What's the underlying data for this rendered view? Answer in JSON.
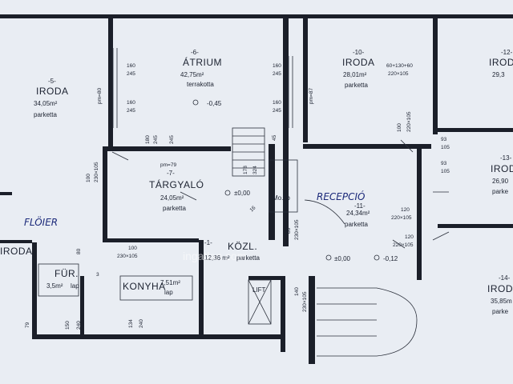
{
  "rooms": {
    "iroda_left": {
      "name": "IRODA",
      "num": "-5-",
      "area": "34,05m²",
      "floor": "parketta",
      "pm": "pm=80"
    },
    "atrium": {
      "name": "ÁTRIUM",
      "num": "-6-",
      "area": "42,75m²",
      "floor": "terrakotta",
      "level": "-0,45"
    },
    "iroda_mid": {
      "name": "IRODA",
      "num": "-10-",
      "area": "28,01m²",
      "floor": "parketta",
      "pm": "pm=87"
    },
    "iroda_right_top": {
      "name": "IRODA",
      "num": "-12-",
      "area": "29,3"
    },
    "iroda_right_mid": {
      "name": "IROD",
      "num": "-13-",
      "area": "26,90",
      "floor": "parke"
    },
    "iroda_right_bot": {
      "name": "IRODA",
      "num": "-14-",
      "area": "35,85m",
      "floor": "parke"
    },
    "targyalo": {
      "name": "TÁRGYALÓ",
      "num": "-7-",
      "area": "24,05m²",
      "floor": "parketta",
      "pm": "pm=79",
      "level": "±0,00"
    },
    "recepcio": {
      "name": "RECEPCIÓ",
      "num": "-11-",
      "area": "24,34m²",
      "floor": "parketta",
      "level1": "±0,00",
      "level2": "-0,12"
    },
    "kozl": {
      "name": "KÖZL.",
      "num": "-1-",
      "area": "12,36 m²",
      "floor": "parketta"
    },
    "konyha": {
      "name": "KONYHA",
      "area": "7,51m²",
      "floor": "lap"
    },
    "fur": {
      "name": "FÜR.",
      "area": "3,5m²",
      "floor": "lap"
    },
    "wc": {
      "name": "Mo.l.b"
    },
    "lift": {
      "name": "LIFT"
    },
    "iroda_far_left": {
      "name": "IRODA"
    },
    "folyoso": {
      "name": "FLÖIER"
    }
  },
  "dims": {
    "d160a": "160",
    "d245a": "245",
    "d160b": "160",
    "d245b": "245",
    "d160c": "160",
    "d245c": "245",
    "d160d": "160",
    "d245d": "245",
    "d180": "180",
    "d245e": "245",
    "d245f": "245",
    "d100a": "100",
    "d230a": "230×105",
    "d100b": "100",
    "d230b": "230×105",
    "d60": "60+130+60",
    "d220a": "220×105",
    "d100c": "100",
    "d220b": "220×105",
    "d93a": "93",
    "d105a": "105",
    "d93b": "93",
    "d105b": "105",
    "d120a": "120",
    "d220c": "220×105",
    "d120b": "120",
    "d220d": "220×105",
    "d80a": "80",
    "d230c": "230×105",
    "d140": "140",
    "d230d": "230×105",
    "d178": "178",
    "d324": "324",
    "d45": "45",
    "d16": "16",
    "d134": "134",
    "d240a": "240",
    "d150": "150",
    "d240b": "240",
    "d79": "79",
    "d80b": "80",
    "d3": "3"
  },
  "watermark": "ingatlan.com",
  "colors": {
    "paper": "#e9edf3",
    "ink": "#1b1f29",
    "pen": "#1c2a7a"
  }
}
